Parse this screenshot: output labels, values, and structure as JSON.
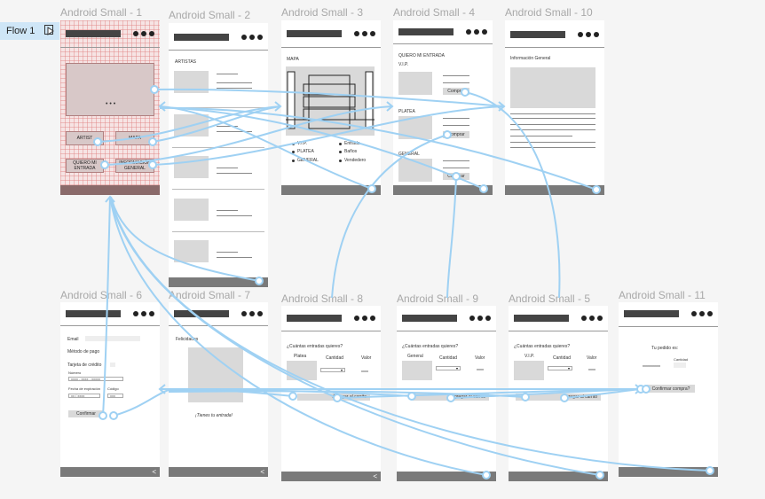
{
  "flow": {
    "label": "Flow 1"
  },
  "frames": {
    "f1": {
      "title": "Android Small - 1",
      "artists_btn": "ARTIST",
      "map_btn": "MAPA",
      "ticket_btn": "QUIERO MI ENTRADA",
      "info_btn": "INFORMACIÓN GENERAL",
      "ellipsis": "• • •"
    },
    "f2": {
      "title": "Android Small - 2",
      "heading": "ARTISTAS"
    },
    "f3": {
      "title": "Android Small - 3",
      "heading": "MAPA",
      "legend": [
        "V.I.P.",
        "PLATEA",
        "GENERAL",
        "Entrada",
        "Baños",
        "Vendedero"
      ]
    },
    "f4": {
      "title": "Android Small - 4",
      "heading": "QUIERO MI ENTRADA",
      "vip": "V.I.P.",
      "platea": "PLATEA",
      "general": "GENERAL",
      "buy": "Comprar"
    },
    "f10": {
      "title": "Android Small - 10",
      "heading": "Información General"
    },
    "f6": {
      "title": "Android Small - 6",
      "email": "Email",
      "payment": "Método de pago",
      "card": "Tarjeta de crédito",
      "number": "Número",
      "number_value": "xxxx - xxxx - xxxxx",
      "expiry": "Fecha de expiración",
      "expiry_value": "xx / xxxx",
      "code": "Código",
      "code_value": "xxx",
      "confirm": "Confirmar"
    },
    "f7": {
      "title": "Android Small - 7",
      "heading": "Felicidades",
      "msg": "¡Tienes tu entrada!"
    },
    "f8": {
      "title": "Android Small - 8",
      "question": "¿Cuántas entradas quieres?",
      "type": "Platea",
      "qty": "Cantidad",
      "value": "Valor",
      "price": "xxxx",
      "add": "Agregar al carrito"
    },
    "f9": {
      "title": "Android Small - 9",
      "question": "¿Cuántas entradas quieres?",
      "type": "General",
      "qty": "Cantidad",
      "value": "Valor",
      "price": "xxxx",
      "add": "Agregar al carrito"
    },
    "f5": {
      "title": "Android Small - 5",
      "question": "¿Cuántas entradas quieres?",
      "type": "V.I.P.",
      "qty": "Cantidad",
      "value": "Valor",
      "price": "xxxx",
      "add": "Agregar al carrito"
    },
    "f11": {
      "title": "Android Small - 11",
      "order": "Tu pedido es:",
      "qty": "Cantidad",
      "items": "xxxxxxxxxx",
      "confirm": "Confirmar compra?"
    }
  },
  "colors": {
    "wire": "#9fd1f3",
    "footer": "#7a7a7a",
    "header_bar": "#444444",
    "grid_bg": "#f6e4e4"
  }
}
